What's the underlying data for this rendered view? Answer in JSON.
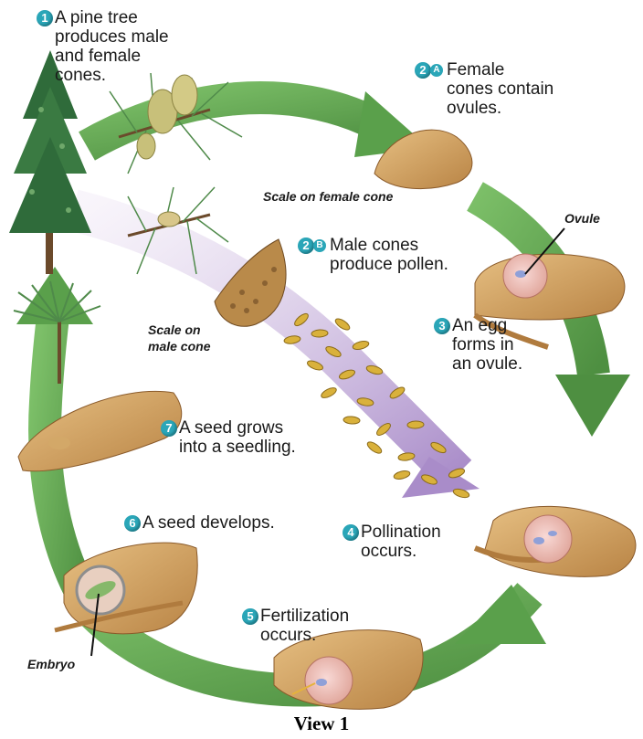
{
  "steps": {
    "s1": {
      "badge": "1",
      "text": "A pine tree\nproduces male\nand female\ncones."
    },
    "s2a": {
      "badge": "2",
      "sub": "A",
      "text": "Female\ncones contain\novules."
    },
    "s2b": {
      "badge": "2",
      "sub": "B",
      "text": "Male cones\nproduce pollen."
    },
    "s3": {
      "badge": "3",
      "text": "An egg\nforms in\nan ovule."
    },
    "s4": {
      "badge": "4",
      "text": "Pollination\noccurs."
    },
    "s5": {
      "badge": "5",
      "text": "Fertilization\noccurs."
    },
    "s6": {
      "badge": "6",
      "text": "A seed develops."
    },
    "s7": {
      "badge": "7",
      "text": "A seed grows\ninto a seedling."
    }
  },
  "labels": {
    "scale_female": "Scale on female cone",
    "ovule": "Ovule",
    "scale_male": "Scale on\nmale cone",
    "embryo": "Embryo"
  },
  "caption": "View 1",
  "colors": {
    "cycle_arrow": "#5fa44f",
    "pollen_arrow": "#b79fd0",
    "scale": "#c99a56",
    "badge": "#2aa6b8",
    "tree": "#2f6b3a"
  }
}
